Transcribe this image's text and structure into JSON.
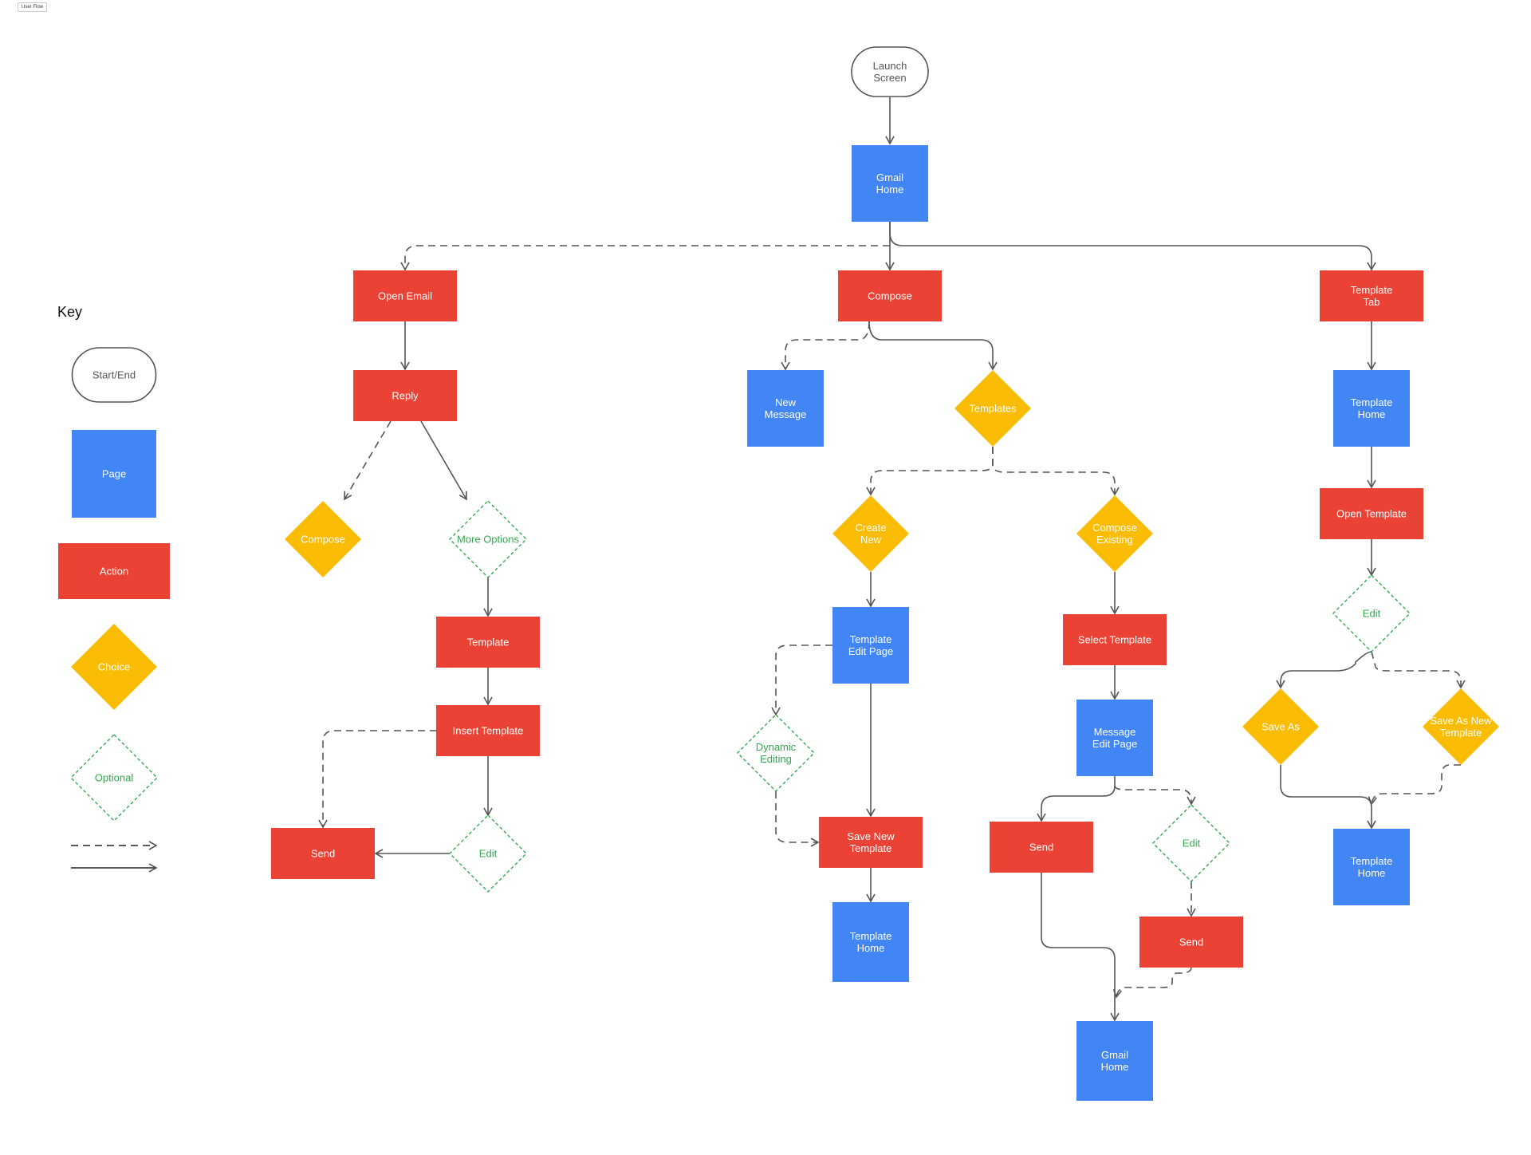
{
  "frame_label": "User Flow",
  "key": {
    "title": "Key",
    "items": [
      {
        "label": "Start/End"
      },
      {
        "label": "Page"
      },
      {
        "label": "Action"
      },
      {
        "label": "Choice"
      },
      {
        "label": "Optional"
      }
    ]
  },
  "colors": {
    "page": "#4285f4",
    "action": "#ea4335",
    "choice": "#fbbc05",
    "optional": "#34a853",
    "connector": "#555555",
    "terminal_stroke": "#555555"
  },
  "nodes": [
    {
      "id": "launch",
      "kind": "start",
      "label": "Launch\nScreen"
    },
    {
      "id": "gmail-home",
      "kind": "page",
      "label": "Gmail\nHome"
    },
    {
      "id": "open-email",
      "kind": "action",
      "label": "Open Email"
    },
    {
      "id": "compose",
      "kind": "action",
      "label": "Compose"
    },
    {
      "id": "template-tab",
      "kind": "action",
      "label": "Template\nTab"
    },
    {
      "id": "reply",
      "kind": "action",
      "label": "Reply"
    },
    {
      "id": "compose-choice",
      "kind": "choice",
      "label": "Compose"
    },
    {
      "id": "more-options",
      "kind": "optional",
      "label": "More Options"
    },
    {
      "id": "template-a",
      "kind": "action",
      "label": "Template"
    },
    {
      "id": "insert-template",
      "kind": "action",
      "label": "Insert Template"
    },
    {
      "id": "send-a",
      "kind": "action",
      "label": "Send"
    },
    {
      "id": "edit-a",
      "kind": "optional",
      "label": "Edit"
    },
    {
      "id": "new-message",
      "kind": "page",
      "label": "New\nMessage"
    },
    {
      "id": "templates",
      "kind": "choice",
      "label": "Templates"
    },
    {
      "id": "create-new",
      "kind": "choice",
      "label": "Create\nNew"
    },
    {
      "id": "compose-existing",
      "kind": "choice",
      "label": "Compose\nExisting"
    },
    {
      "id": "template-edit-page",
      "kind": "page",
      "label": "Template\nEdit Page"
    },
    {
      "id": "dynamic-editing",
      "kind": "optional",
      "label": "Dynamic\nEditing"
    },
    {
      "id": "save-new-template",
      "kind": "action",
      "label": "Save New\nTemplate"
    },
    {
      "id": "template-home-b",
      "kind": "page",
      "label": "Template\nHome"
    },
    {
      "id": "select-template",
      "kind": "action",
      "label": "Select Template"
    },
    {
      "id": "message-edit-page",
      "kind": "page",
      "label": "Message\nEdit Page"
    },
    {
      "id": "send-b",
      "kind": "action",
      "label": "Send"
    },
    {
      "id": "edit-b",
      "kind": "optional",
      "label": "Edit"
    },
    {
      "id": "send-c",
      "kind": "action",
      "label": "Send"
    },
    {
      "id": "gmail-home-end",
      "kind": "page",
      "label": "Gmail\nHome"
    },
    {
      "id": "template-home-c",
      "kind": "page",
      "label": "Template\nHome"
    },
    {
      "id": "open-template",
      "kind": "action",
      "label": "Open Template"
    },
    {
      "id": "edit-c",
      "kind": "optional",
      "label": "Edit"
    },
    {
      "id": "save-as",
      "kind": "choice",
      "label": "Save As"
    },
    {
      "id": "save-as-new",
      "kind": "choice",
      "label": "Save As New\nTemplate"
    },
    {
      "id": "template-home-d",
      "kind": "page",
      "label": "Template\nHome"
    }
  ]
}
